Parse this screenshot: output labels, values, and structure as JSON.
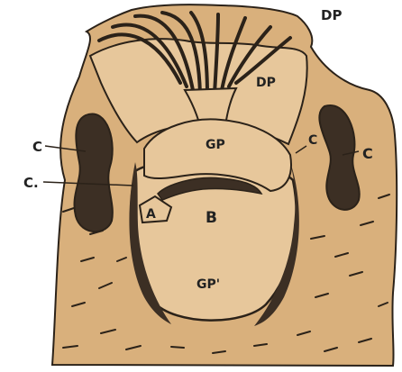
{
  "labels": {
    "dp_top": "DP",
    "dp_inner": "DP",
    "gp_upper": "GP",
    "gp_lower": "GP'",
    "c_left_top": "C",
    "c_left_mid": "C.",
    "c_inner_right": "C",
    "c_right": "C",
    "a": "A",
    "b": "B"
  },
  "colors": {
    "background": "#ffffff",
    "tissue": "#d9b07c",
    "tissue_light": "#e7c79b",
    "outline": "#2b2219",
    "dark_band": "#3c2f24"
  }
}
